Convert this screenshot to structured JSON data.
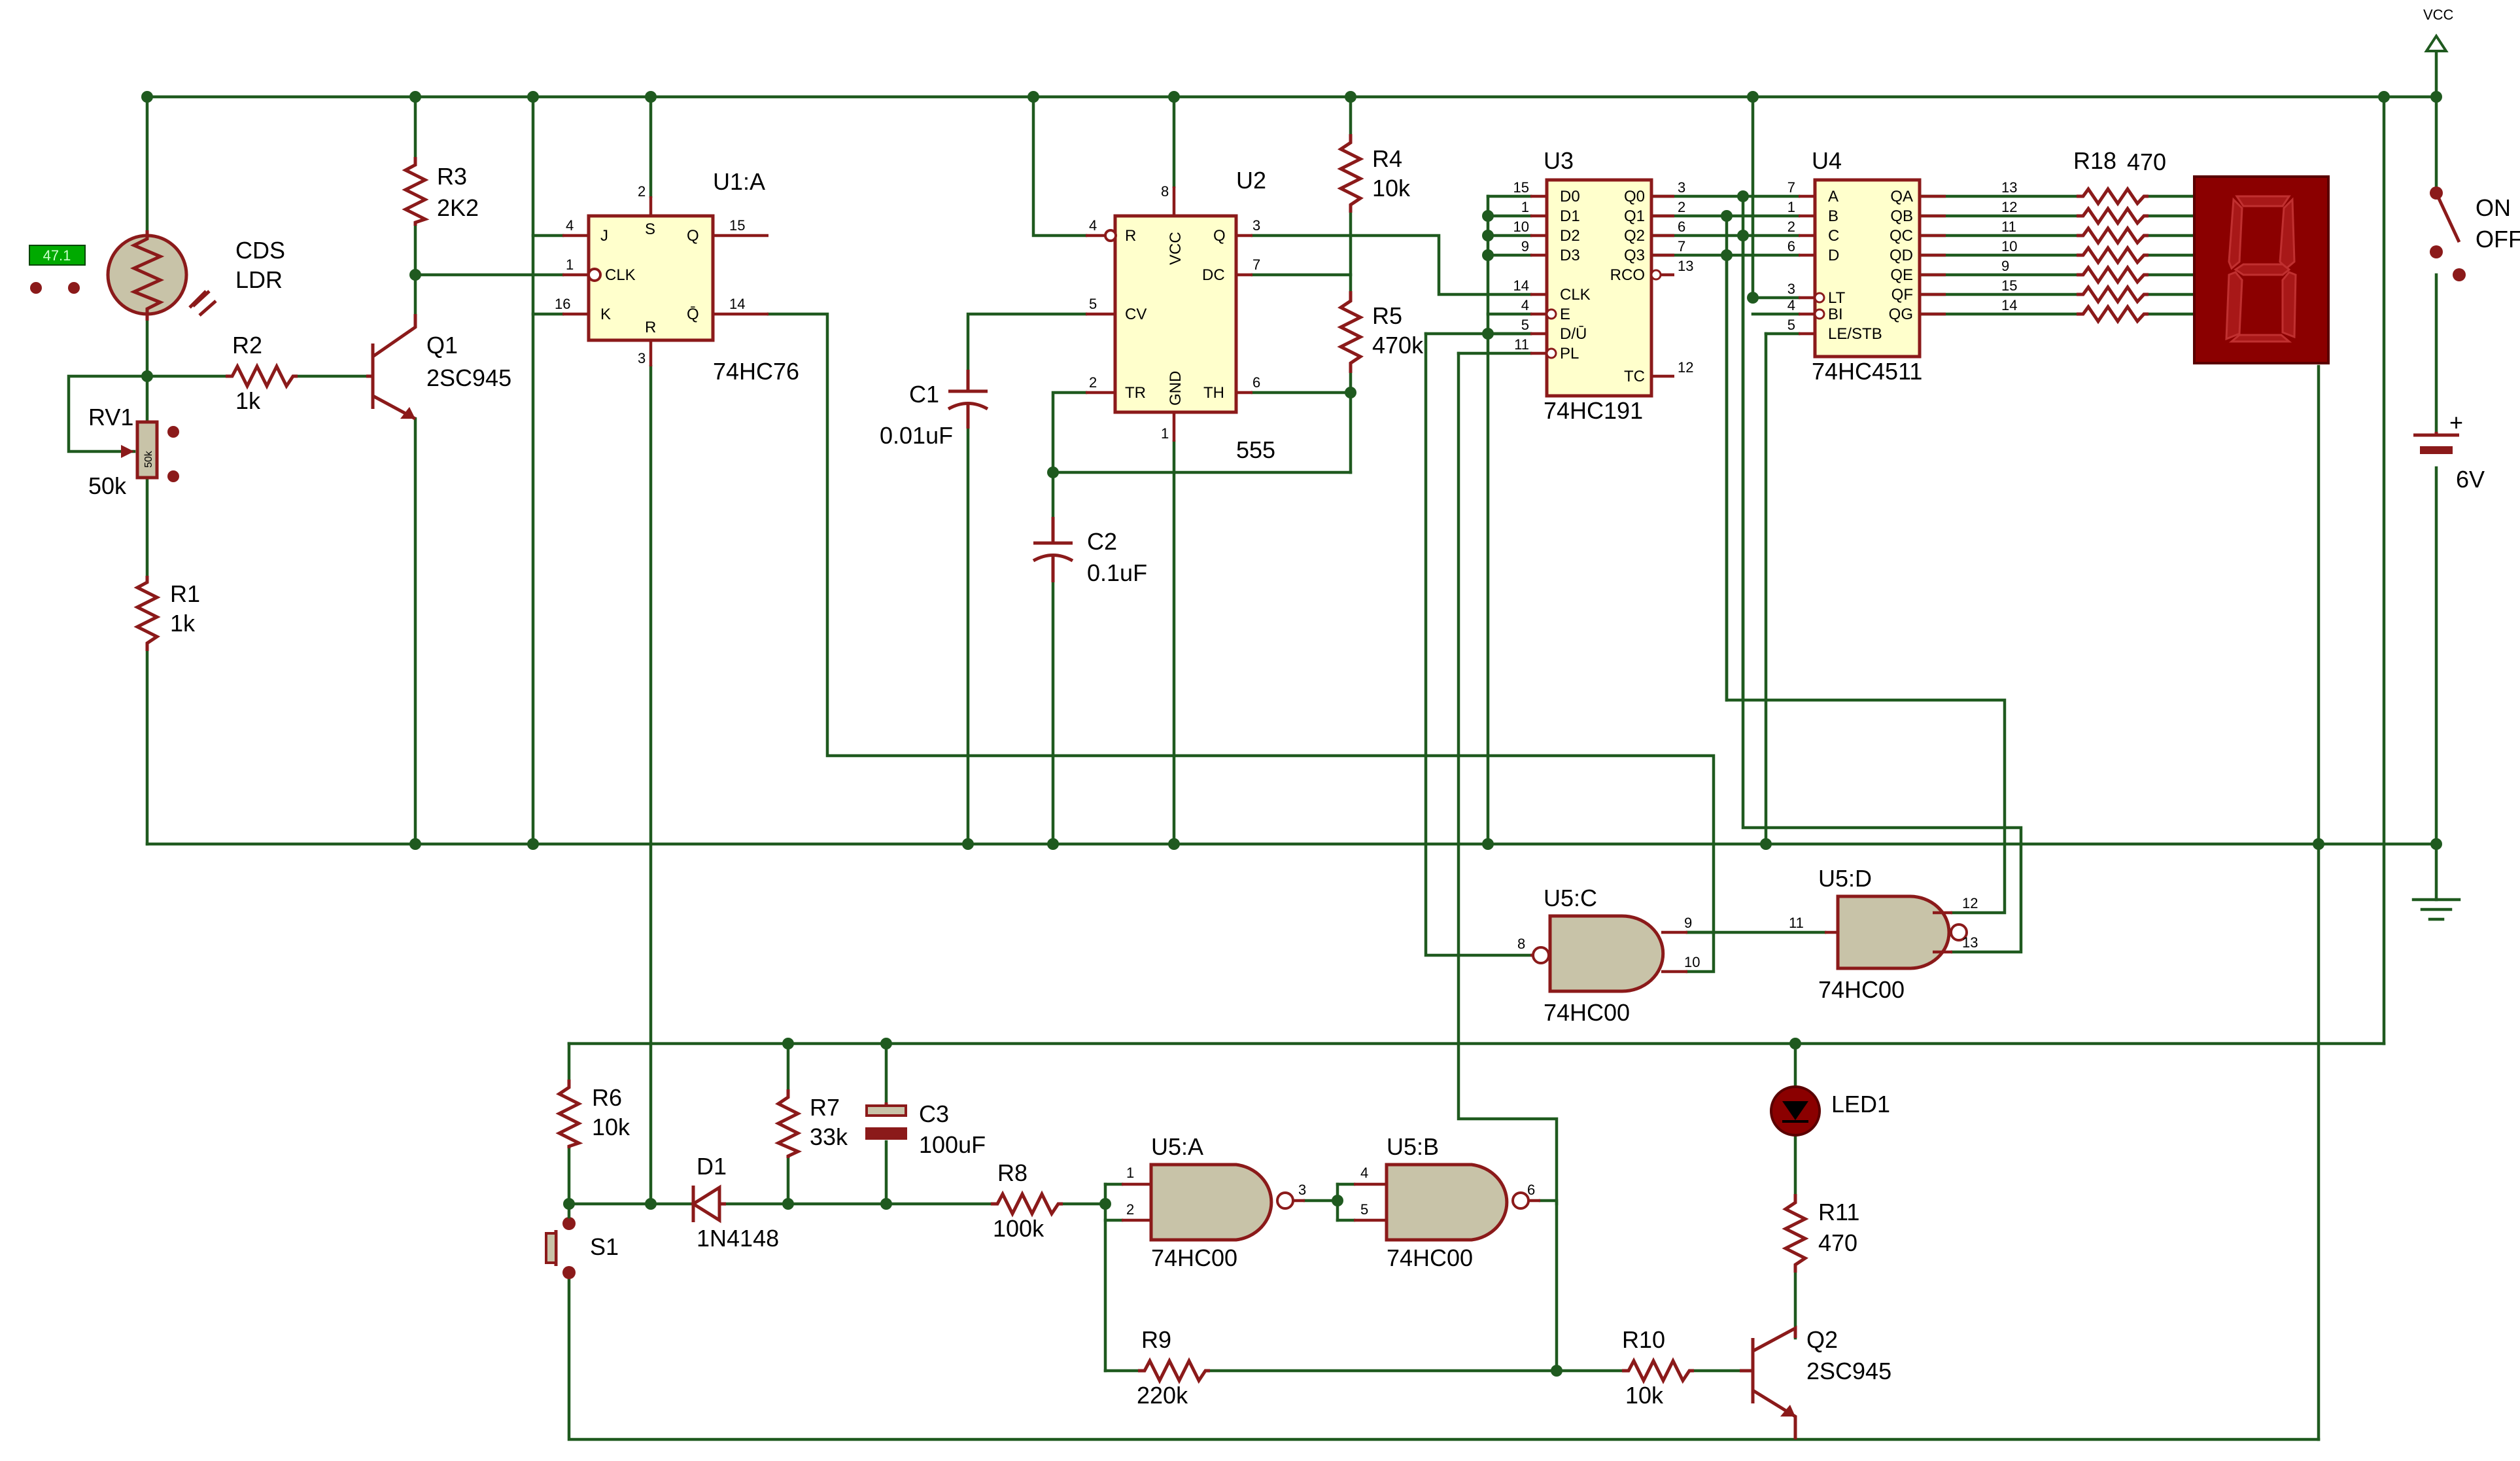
{
  "components": {
    "ldr": {
      "ref": "CDS",
      "value": "LDR",
      "meter": "47.1"
    },
    "rv1": {
      "ref": "RV1",
      "value": "50k",
      "body": "50k"
    },
    "r1": {
      "ref": "R1",
      "value": "1k"
    },
    "r2": {
      "ref": "R2",
      "value": "1k"
    },
    "r3": {
      "ref": "R3",
      "value": "2K2"
    },
    "q1": {
      "ref": "Q1",
      "value": "2SC945"
    },
    "u1a": {
      "ref": "U1:A",
      "value": "74HC76",
      "pins": {
        "J": "J",
        "CLK": "CLK",
        "K": "K",
        "S": "S",
        "R": "R",
        "Q": "Q",
        "QB": "Q̄"
      },
      "nums": {
        "j": "4",
        "clk": "1",
        "k": "16",
        "s": "2",
        "r": "3",
        "q": "15",
        "qb": "14"
      }
    },
    "u2": {
      "ref": "U2",
      "value": "555",
      "pins": {
        "R": "R",
        "VCC": "VCC",
        "Q": "Q",
        "DC": "DC",
        "CV": "CV",
        "TR": "TR",
        "GND": "GND",
        "TH": "TH"
      },
      "nums": {
        "r": "4",
        "vcc": "8",
        "q": "3",
        "dc": "7",
        "cv": "5",
        "tr": "2",
        "gnd": "1",
        "th": "6"
      }
    },
    "r4": {
      "ref": "R4",
      "value": "10k"
    },
    "r5": {
      "ref": "R5",
      "value": "470k"
    },
    "c1": {
      "ref": "C1",
      "value": "0.01uF"
    },
    "c2": {
      "ref": "C2",
      "value": "0.1uF"
    },
    "u3": {
      "ref": "U3",
      "value": "74HC191",
      "left": [
        {
          "n": "15",
          "p": "D0"
        },
        {
          "n": "1",
          "p": "D1"
        },
        {
          "n": "10",
          "p": "D2"
        },
        {
          "n": "9",
          "p": "D3"
        },
        {
          "n": "14",
          "p": "CLK"
        },
        {
          "n": "4",
          "p": "E"
        },
        {
          "n": "5",
          "p": "D/Ū"
        },
        {
          "n": "11",
          "p": "PL"
        }
      ],
      "right": [
        {
          "n": "3",
          "p": "Q0"
        },
        {
          "n": "2",
          "p": "Q1"
        },
        {
          "n": "6",
          "p": "Q2"
        },
        {
          "n": "7",
          "p": "Q3"
        },
        {
          "n": "13",
          "p": "RCO"
        },
        {
          "n": "12",
          "p": "TC"
        }
      ]
    },
    "u4": {
      "ref": "U4",
      "value": "74HC4511",
      "left": [
        {
          "n": "7",
          "p": "A"
        },
        {
          "n": "1",
          "p": "B"
        },
        {
          "n": "2",
          "p": "C"
        },
        {
          "n": "6",
          "p": "D"
        },
        {
          "n": "3",
          "p": "LT"
        },
        {
          "n": "4",
          "p": "BI"
        },
        {
          "n": "5",
          "p": "LE/STB"
        }
      ],
      "right": [
        {
          "n": "13",
          "p": "QA"
        },
        {
          "n": "12",
          "p": "QB"
        },
        {
          "n": "11",
          "p": "QC"
        },
        {
          "n": "10",
          "p": "QD"
        },
        {
          "n": "9",
          "p": "QE"
        },
        {
          "n": "15",
          "p": "QF"
        },
        {
          "n": "14",
          "p": "QG"
        }
      ]
    },
    "r18": {
      "ref": "R18",
      "value": "470"
    },
    "sw": {
      "ref": "ON",
      "value": "OFF"
    },
    "vcc": {
      "label": "VCC"
    },
    "bat": {
      "value": "6V",
      "plus": "+"
    },
    "u5c": {
      "ref": "U5:C",
      "value": "74HC00",
      "nums": {
        "a": "8",
        "b": "9",
        "c": "10"
      }
    },
    "u5d": {
      "ref": "U5:D",
      "value": "74HC00",
      "nums": {
        "a": "11",
        "b": "12",
        "c": "13"
      }
    },
    "r6": {
      "ref": "R6",
      "value": "10k"
    },
    "r7": {
      "ref": "R7",
      "value": "33k"
    },
    "c3": {
      "ref": "C3",
      "value": "100uF"
    },
    "d1": {
      "ref": "D1",
      "value": "1N4148"
    },
    "r8": {
      "ref": "R8",
      "value": "100k"
    },
    "u5a": {
      "ref": "U5:A",
      "value": "74HC00",
      "nums": {
        "a": "1",
        "b": "2",
        "c": "3"
      }
    },
    "u5b": {
      "ref": "U5:B",
      "value": "74HC00",
      "nums": {
        "a": "4",
        "b": "5",
        "c": "6"
      }
    },
    "s1": {
      "ref": "S1"
    },
    "r9": {
      "ref": "R9",
      "value": "220k"
    },
    "r10": {
      "ref": "R10",
      "value": "10k"
    },
    "led1": {
      "ref": "LED1"
    },
    "r11": {
      "ref": "R11",
      "value": "470"
    },
    "q2": {
      "ref": "Q2",
      "value": "2SC945"
    }
  },
  "colors": {
    "wire": "#1f5a1f",
    "component": "#8b1a1a",
    "ic_body": "#ffffcc",
    "gate_body": "#c8c3a8",
    "display": "#8b0000",
    "meter": "#00aa00"
  }
}
